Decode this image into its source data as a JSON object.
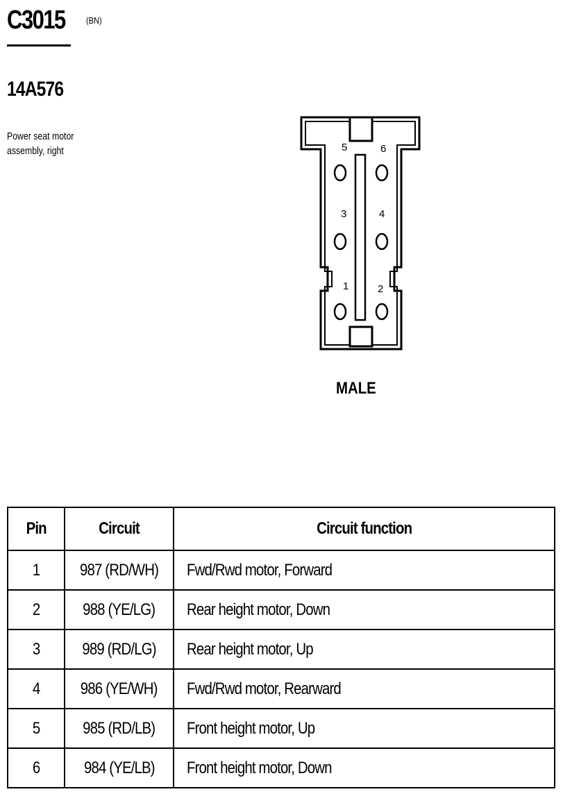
{
  "header": {
    "connector_id": "C3015",
    "color_code": "(BN)",
    "part_number": "14A576",
    "description": "Power seat motor assembly, right"
  },
  "diagram": {
    "pin_labels": [
      "1",
      "2",
      "3",
      "4",
      "5",
      "6"
    ],
    "gender": "MALE"
  },
  "table": {
    "headers": [
      "Pin",
      "Circuit",
      "Circuit function"
    ],
    "rows": [
      {
        "pin": "1",
        "circuit": "987 (RD/WH)",
        "function": "Fwd/Rwd motor, Forward"
      },
      {
        "pin": "2",
        "circuit": "988 (YE/LG)",
        "function": "Rear height motor, Down"
      },
      {
        "pin": "3",
        "circuit": "989 (RD/LG)",
        "function": "Rear height motor, Up"
      },
      {
        "pin": "4",
        "circuit": "986 (YE/WH)",
        "function": "Fwd/Rwd motor, Rearward"
      },
      {
        "pin": "5",
        "circuit": "985 (RD/LB)",
        "function": "Front height motor, Up"
      },
      {
        "pin": "6",
        "circuit": "984 (YE/LB)",
        "function": "Front height motor, Down"
      }
    ]
  }
}
